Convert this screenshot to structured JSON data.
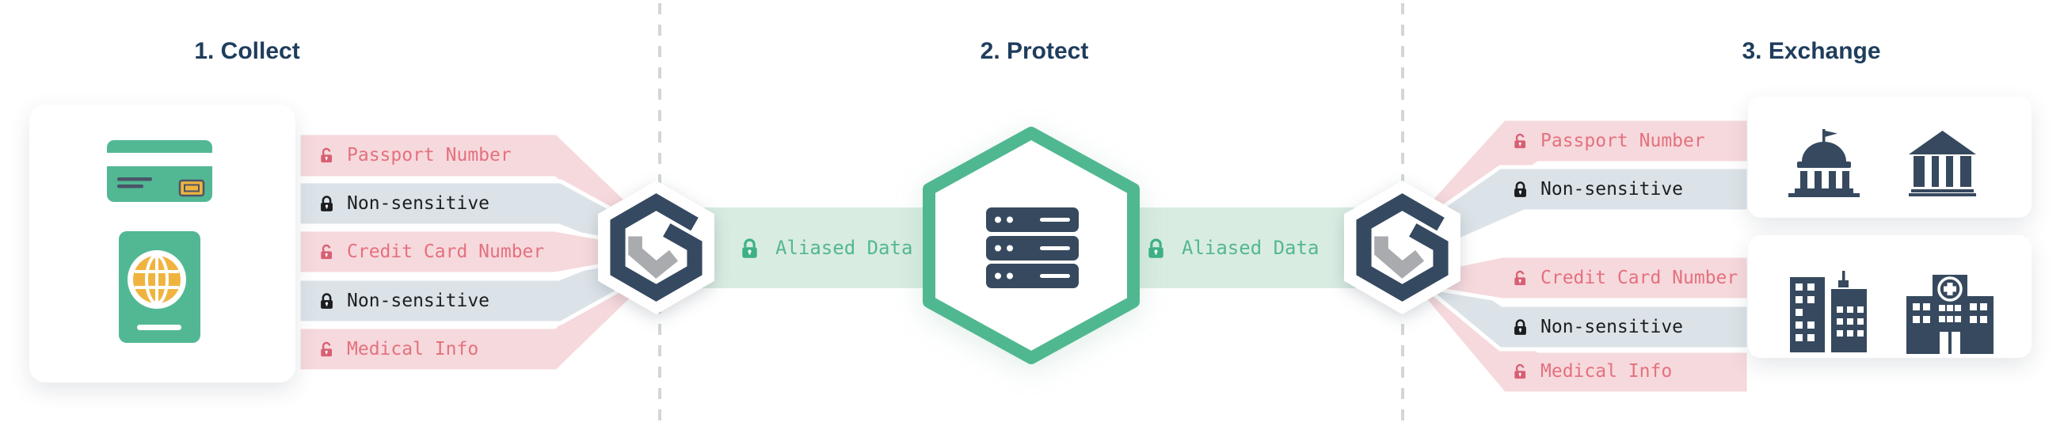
{
  "titles": {
    "collect": "1. Collect",
    "protect": "2. Protect",
    "exchange": "3. Exchange"
  },
  "rows": [
    {
      "label": "Passport Number",
      "type": "sensitive",
      "lock": "lock-open-icon"
    },
    {
      "label": "Non-sensitive",
      "type": "non-sensitive",
      "lock": "lock-closed-icon"
    },
    {
      "label": "Credit Card Number",
      "type": "sensitive",
      "lock": "lock-open-icon"
    },
    {
      "label": "Non-sensitive",
      "type": "non-sensitive",
      "lock": "lock-closed-icon"
    },
    {
      "label": "Medical Info",
      "type": "sensitive",
      "lock": "lock-open-icon"
    }
  ],
  "aliased": {
    "left": "Aliased Data",
    "right": "Aliased Data"
  },
  "icons": {
    "collect_card": [
      "credit-card-icon",
      "passport-icon"
    ],
    "proxy_logo": "hexagon-g-logo",
    "protect_center": "server-icon",
    "exchange_top_card": [
      "government-building-icon",
      "bank-icon"
    ],
    "exchange_bottom_card": [
      "office-buildings-icon",
      "hospital-icon"
    ],
    "aliased_lock": "lock-closed-icon"
  },
  "colors": {
    "navy": "#36495e",
    "title_navy": "#1f3d5c",
    "logo_gray": "#a9abae",
    "green": "#50b890",
    "green_band_bg": "#d9ece2",
    "green_text": "#54b88e",
    "pink_bg": "#f6d9dc",
    "pink_text": "#e4717f",
    "gray_bg": "#dce3e8",
    "dark_text": "#1c1e20",
    "card_icon_green": "#52b894",
    "gold": "#efb43f",
    "dashed_line": "#d2d6d9"
  }
}
